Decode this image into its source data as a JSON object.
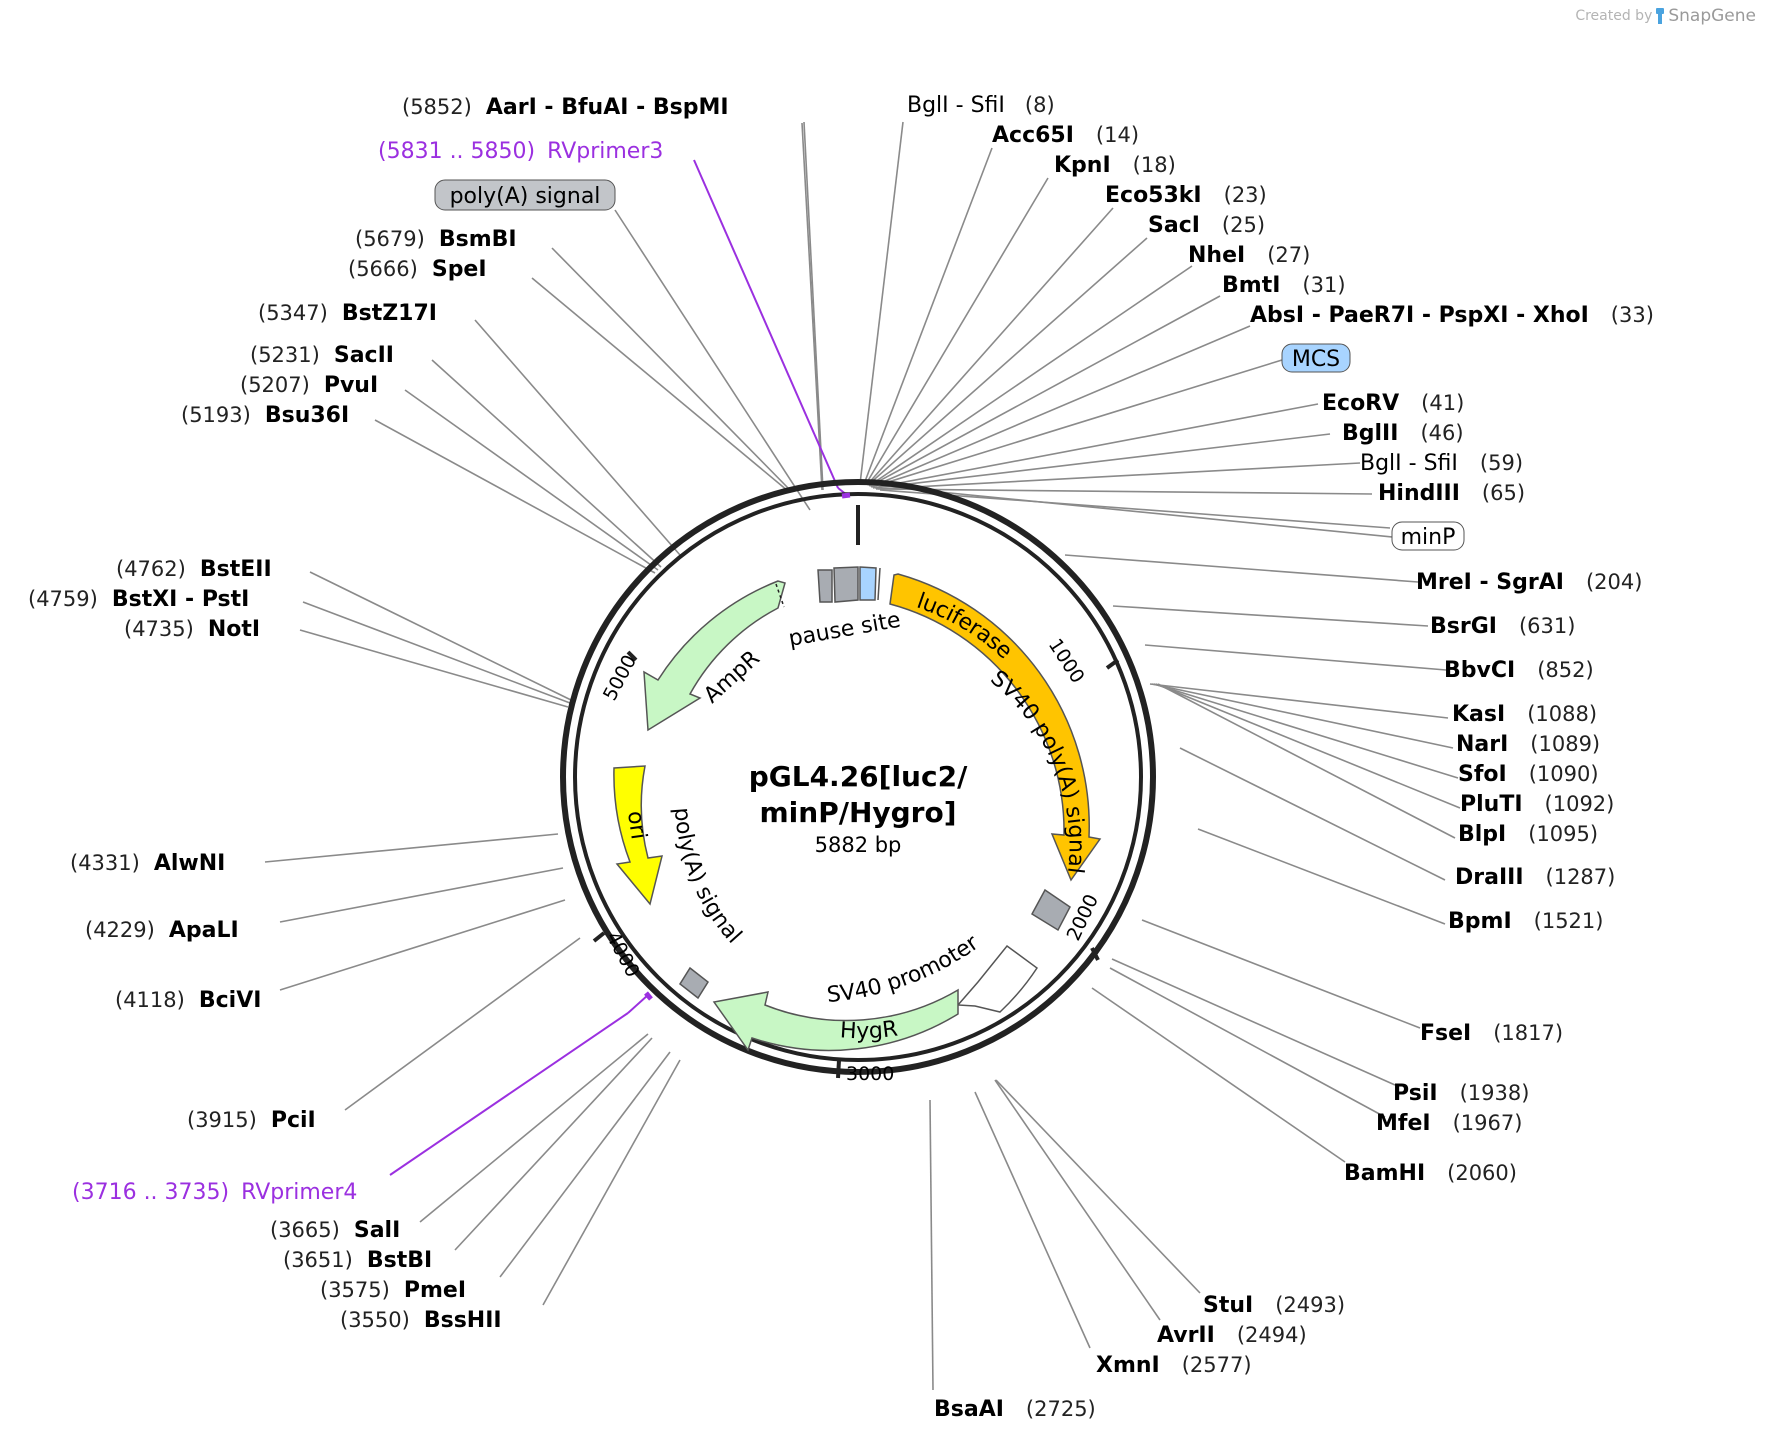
{
  "credit": {
    "created_by": "Created by",
    "brand": "SnapGene"
  },
  "plasmid": {
    "name_line1": "pGL4.26[luc2/",
    "name_line2": "minP/Hygro]",
    "size": "5882 bp",
    "length": 5882
  },
  "ticks": [
    "1000",
    "2000",
    "3000",
    "4000",
    "5000"
  ],
  "features": {
    "luciferase": "luciferase",
    "sv40_polya": "SV40 poly(A) signal",
    "sv40_promoter": "SV40 promoter",
    "hygr": "HygR",
    "polya_signal": "poly(A) signal",
    "ori": "ori",
    "ampr": "AmpR",
    "pause_site": "pause site"
  },
  "boxes": {
    "polya": "poly(A) signal",
    "mcs": "MCS",
    "minp": "minP"
  },
  "sites": [
    {
      "pos": "(5852)",
      "names": "AarI  -  BfuAI  -  BspMI"
    },
    {
      "pos": "(8)",
      "names": "BglI  -  SfiI"
    },
    {
      "pos": "(14)",
      "names": "Acc65I"
    },
    {
      "pos": "(18)",
      "names": "KpnI"
    },
    {
      "pos": "(23)",
      "names": "Eco53kI"
    },
    {
      "pos": "(25)",
      "names": "SacI"
    },
    {
      "pos": "(27)",
      "names": "NheI"
    },
    {
      "pos": "(31)",
      "names": "BmtI"
    },
    {
      "pos": "(33)",
      "names": "AbsI  -  PaeR7I  -  PspXI  -  XhoI"
    },
    {
      "pos": "(41)",
      "names": "EcoRV"
    },
    {
      "pos": "(46)",
      "names": "BglII"
    },
    {
      "pos": "(59)",
      "names": "BglI  -  SfiI"
    },
    {
      "pos": "(65)",
      "names": "HindIII"
    },
    {
      "pos": "(204)",
      "names": "MreI  -  SgrAI"
    },
    {
      "pos": "(631)",
      "names": "BsrGI"
    },
    {
      "pos": "(852)",
      "names": "BbvCI"
    },
    {
      "pos": "(1088)",
      "names": "KasI"
    },
    {
      "pos": "(1089)",
      "names": "NarI"
    },
    {
      "pos": "(1090)",
      "names": "SfoI"
    },
    {
      "pos": "(1092)",
      "names": "PluTI"
    },
    {
      "pos": "(1095)",
      "names": "BlpI"
    },
    {
      "pos": "(1287)",
      "names": "DraIII"
    },
    {
      "pos": "(1521)",
      "names": "BpmI"
    },
    {
      "pos": "(1817)",
      "names": "FseI"
    },
    {
      "pos": "(1938)",
      "names": "PsiI"
    },
    {
      "pos": "(1967)",
      "names": "MfeI"
    },
    {
      "pos": "(2060)",
      "names": "BamHI"
    },
    {
      "pos": "(2493)",
      "names": "StuI"
    },
    {
      "pos": "(2494)",
      "names": "AvrII"
    },
    {
      "pos": "(2577)",
      "names": "XmnI"
    },
    {
      "pos": "(2725)",
      "names": "BsaAI"
    },
    {
      "pos": "(3550)",
      "names": "BssHII"
    },
    {
      "pos": "(3575)",
      "names": "PmeI"
    },
    {
      "pos": "(3651)",
      "names": "BstBI"
    },
    {
      "pos": "(3665)",
      "names": "SalI"
    },
    {
      "pos": "(3915)",
      "names": "PciI"
    },
    {
      "pos": "(4118)",
      "names": "BciVI"
    },
    {
      "pos": "(4229)",
      "names": "ApaLI"
    },
    {
      "pos": "(4331)",
      "names": "AlwNI"
    },
    {
      "pos": "(4735)",
      "names": "NotI"
    },
    {
      "pos": "(4759)",
      "names": "BstXI  -  PstI"
    },
    {
      "pos": "(4762)",
      "names": "BstEII"
    },
    {
      "pos": "(5193)",
      "names": "Bsu36I"
    },
    {
      "pos": "(5207)",
      "names": "PvuI"
    },
    {
      "pos": "(5231)",
      "names": "SacII"
    },
    {
      "pos": "(5347)",
      "names": "BstZ17I"
    },
    {
      "pos": "(5666)",
      "names": "SpeI"
    },
    {
      "pos": "(5679)",
      "names": "BsmBI"
    }
  ],
  "primers": [
    {
      "pos": "(5831 .. 5850)",
      "name": "RVprimer3"
    },
    {
      "pos": "(3716 .. 3735)",
      "name": "RVprimer4"
    }
  ],
  "colors": {
    "luciferase": "#ffc400",
    "sv40_promoter": "#ffffff",
    "hygr": "#c8f7c5",
    "ampr": "#c8f7c5",
    "ori": "#ffff00",
    "terminator": "#a8acb2",
    "mcs": "#a8d4ff",
    "primer": "#9b30e0",
    "lines": "#8a8a8a"
  }
}
